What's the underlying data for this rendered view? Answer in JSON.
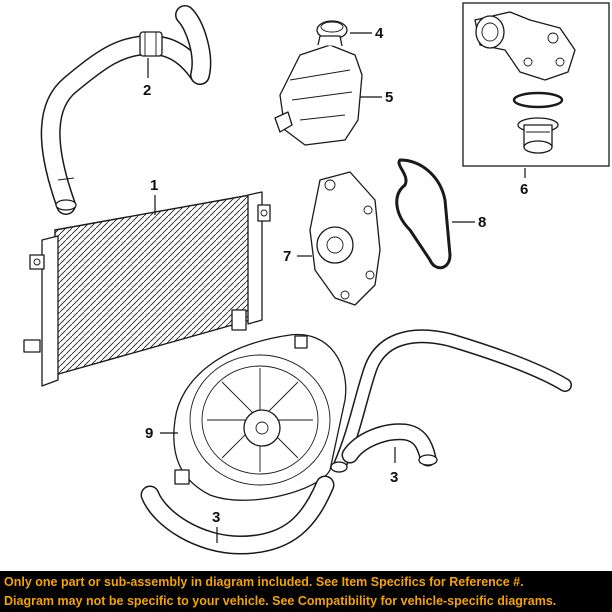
{
  "diagram": {
    "callouts": [
      {
        "id": "callout-1",
        "number": "1"
      },
      {
        "id": "callout-2",
        "number": "2"
      },
      {
        "id": "callout-3a",
        "number": "3"
      },
      {
        "id": "callout-3b",
        "number": "3"
      },
      {
        "id": "callout-4",
        "number": "4"
      },
      {
        "id": "callout-5",
        "number": "5"
      },
      {
        "id": "callout-6",
        "number": "6"
      },
      {
        "id": "callout-7",
        "number": "7"
      },
      {
        "id": "callout-8",
        "number": "8"
      },
      {
        "id": "callout-9",
        "number": "9"
      }
    ],
    "parts": [
      "radiator",
      "upper-radiator-hose",
      "coolant-reservoir-cap",
      "coolant-reservoir",
      "thermostat-housing-assembly",
      "water-pump",
      "water-pump-gasket",
      "cooling-fan-assembly",
      "lower-radiator-hose",
      "bypass-hose"
    ]
  },
  "footer": {
    "line1": "Only one part or sub-assembly in diagram included. See Item Specifics for Reference #.",
    "line2": "Diagram may not be specific to your vehicle. See Compatibility for vehicle-specific diagrams."
  },
  "colors": {
    "footer_background": "#000000",
    "footer_text": "#f5a300",
    "line_art": "#1a1a1a"
  }
}
